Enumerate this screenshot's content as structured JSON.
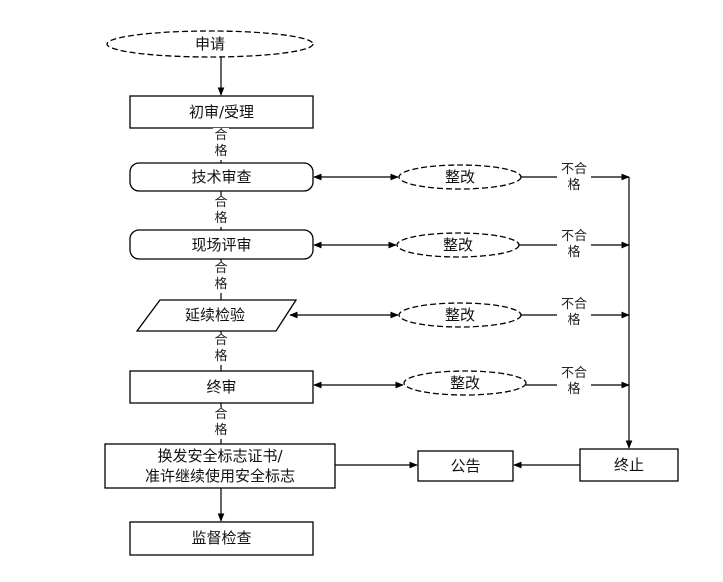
{
  "nodes": {
    "apply": "申请",
    "initial_review": "初审/受理",
    "tech_review": "技术审查",
    "site_review": "现场评审",
    "extend_inspect": "延续检验",
    "final_review": "终审",
    "issue_line1": "换发安全标志证书/",
    "issue_line2": "准许继续使用安全标志",
    "supervise": "监督检查",
    "announce": "公告",
    "terminate": "终止"
  },
  "rectify": [
    "整改",
    "整改",
    "整改",
    "整改"
  ],
  "labels": {
    "pass": [
      "合",
      "格"
    ],
    "fail_line1": "不合",
    "fail_line2": "格"
  }
}
